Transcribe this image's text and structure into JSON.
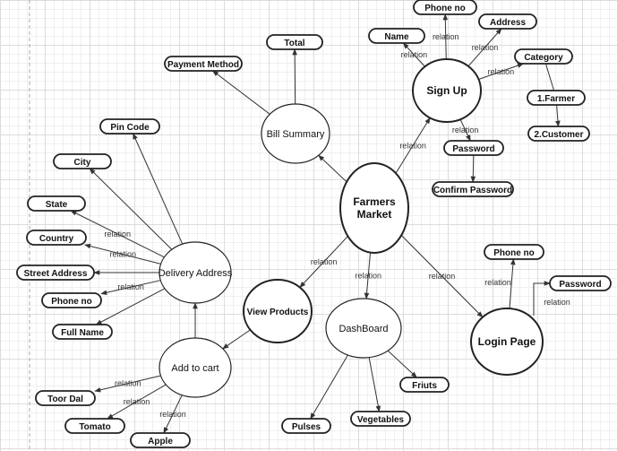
{
  "diagram": {
    "nodes": [
      {
        "id": "fm",
        "label": [
          "Farmers",
          "Market"
        ],
        "shape": "ellipse",
        "bold": true
      },
      {
        "id": "signup",
        "label": [
          "Sign Up"
        ],
        "shape": "ellipse",
        "bold": true
      },
      {
        "id": "bill",
        "label": [
          "Bill Summary"
        ],
        "shape": "ellipse"
      },
      {
        "id": "da",
        "label": [
          "Delivery Address"
        ],
        "shape": "ellipse"
      },
      {
        "id": "vp",
        "label": [
          "View Products"
        ],
        "shape": "ellipse",
        "bold": true,
        "small": true
      },
      {
        "id": "cart",
        "label": [
          "Add to cart"
        ],
        "shape": "ellipse"
      },
      {
        "id": "dash",
        "label": [
          "DashBoard"
        ],
        "shape": "ellipse"
      },
      {
        "id": "login",
        "label": [
          "Login Page"
        ],
        "shape": "ellipse",
        "bold": true
      },
      {
        "id": "phone1",
        "label": [
          "Phone no"
        ],
        "shape": "rect"
      },
      {
        "id": "name",
        "label": [
          "Name"
        ],
        "shape": "rect"
      },
      {
        "id": "address",
        "label": [
          "Address"
        ],
        "shape": "rect"
      },
      {
        "id": "category",
        "label": [
          "Category"
        ],
        "shape": "rect"
      },
      {
        "id": "farmer",
        "label": [
          "1.Farmer"
        ],
        "shape": "rect"
      },
      {
        "id": "customer",
        "label": [
          "2.Customer"
        ],
        "shape": "rect"
      },
      {
        "id": "password1",
        "label": [
          "Password"
        ],
        "shape": "rect"
      },
      {
        "id": "confirm",
        "label": [
          "Confirm Password"
        ],
        "shape": "rect"
      },
      {
        "id": "total",
        "label": [
          "Total"
        ],
        "shape": "rect"
      },
      {
        "id": "payment",
        "label": [
          "Payment Method"
        ],
        "shape": "rect"
      },
      {
        "id": "pincode",
        "label": [
          "Pin Code"
        ],
        "shape": "rect"
      },
      {
        "id": "city",
        "label": [
          "City"
        ],
        "shape": "rect"
      },
      {
        "id": "state",
        "label": [
          "State"
        ],
        "shape": "rect"
      },
      {
        "id": "country",
        "label": [
          "Country"
        ],
        "shape": "rect"
      },
      {
        "id": "street",
        "label": [
          "Street Address"
        ],
        "shape": "rect"
      },
      {
        "id": "phone2",
        "label": [
          "Phone no"
        ],
        "shape": "rect"
      },
      {
        "id": "fullname",
        "label": [
          "Full Name"
        ],
        "shape": "rect"
      },
      {
        "id": "toordal",
        "label": [
          "Toor Dal"
        ],
        "shape": "rect"
      },
      {
        "id": "tomato",
        "label": [
          "Tomato"
        ],
        "shape": "rect"
      },
      {
        "id": "apple",
        "label": [
          "Apple"
        ],
        "shape": "rect"
      },
      {
        "id": "pulses",
        "label": [
          "Pulses"
        ],
        "shape": "rect"
      },
      {
        "id": "vegetables",
        "label": [
          "Vegetables"
        ],
        "shape": "rect"
      },
      {
        "id": "friuts",
        "label": [
          "Friuts"
        ],
        "shape": "rect"
      },
      {
        "id": "phone3",
        "label": [
          "Phone no"
        ],
        "shape": "rect"
      },
      {
        "id": "password2",
        "label": [
          "Password"
        ],
        "shape": "rect"
      }
    ],
    "edges": [
      {
        "from": "fm",
        "to": "signup",
        "label": "relation"
      },
      {
        "from": "fm",
        "to": "bill",
        "label": ""
      },
      {
        "from": "fm",
        "to": "vp",
        "label": "relation"
      },
      {
        "from": "fm",
        "to": "dash",
        "label": "relation"
      },
      {
        "from": "fm",
        "to": "login",
        "label": "relation"
      },
      {
        "from": "signup",
        "to": "name",
        "label": "relation"
      },
      {
        "from": "signup",
        "to": "phone1",
        "label": "relation"
      },
      {
        "from": "signup",
        "to": "address",
        "label": "relation"
      },
      {
        "from": "signup",
        "to": "category",
        "label": "relation"
      },
      {
        "from": "signup",
        "to": "password1",
        "label": "relation"
      },
      {
        "from": "category",
        "to": "farmer",
        "label": "",
        "noArrow": true
      },
      {
        "from": "farmer",
        "to": "customer",
        "label": ""
      },
      {
        "from": "password1",
        "to": "confirm",
        "label": ""
      },
      {
        "from": "bill",
        "to": "total",
        "label": ""
      },
      {
        "from": "bill",
        "to": "payment",
        "label": ""
      },
      {
        "from": "da",
        "to": "pincode",
        "label": ""
      },
      {
        "from": "da",
        "to": "city",
        "label": ""
      },
      {
        "from": "da",
        "to": "state",
        "label": "relation"
      },
      {
        "from": "da",
        "to": "country",
        "label": "relation"
      },
      {
        "from": "da",
        "to": "street",
        "label": ""
      },
      {
        "from": "da",
        "to": "phone2",
        "label": "relation"
      },
      {
        "from": "da",
        "to": "fullname",
        "label": ""
      },
      {
        "from": "vp",
        "to": "cart",
        "label": ""
      },
      {
        "from": "cart",
        "to": "da",
        "label": ""
      },
      {
        "from": "cart",
        "to": "toordal",
        "label": "relation"
      },
      {
        "from": "cart",
        "to": "tomato",
        "label": "relation"
      },
      {
        "from": "cart",
        "to": "apple",
        "label": "relation"
      },
      {
        "from": "dash",
        "to": "pulses",
        "label": ""
      },
      {
        "from": "dash",
        "to": "vegetables",
        "label": ""
      },
      {
        "from": "dash",
        "to": "friuts",
        "label": ""
      },
      {
        "from": "login",
        "to": "phone3",
        "label": "relation"
      },
      {
        "from": "login",
        "to": "password2",
        "label": "relation",
        "elbow": true
      }
    ]
  }
}
